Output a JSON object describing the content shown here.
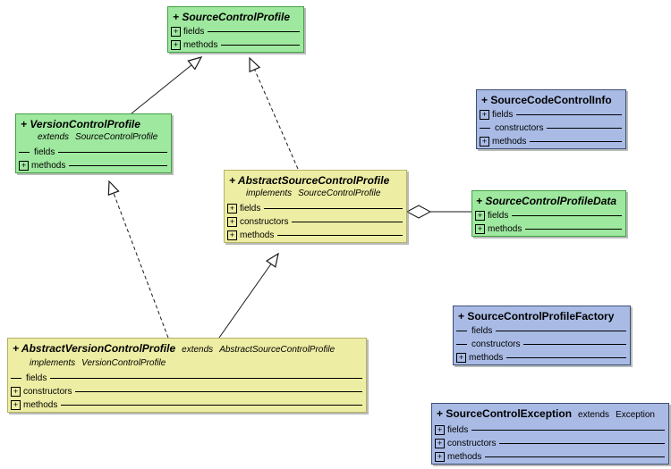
{
  "icons": {
    "expand_plus": "+"
  },
  "colors": {
    "interface_green_fill": "#9fe89f",
    "interface_green_border": "#43a043",
    "abstract_yellow_fill": "#ededa4",
    "abstract_yellow_border": "#b5b264",
    "class_blue_fill": "#a9bbe5",
    "class_blue_border": "#3e4e76",
    "connector_line": "#1a1a1a",
    "background": "#ffffff"
  },
  "classes": [
    {
      "name": "SourceControlProfile",
      "title": "+ SourceControlProfile",
      "rows": [
        {
          "marker": "plus",
          "label": "fields"
        },
        {
          "marker": "plus",
          "label": "methods"
        }
      ]
    },
    {
      "name": "VersionControlProfile",
      "title": "+ VersionControlProfile",
      "extends_keyword": "extends",
      "extends_type": "SourceControlProfile",
      "rows": [
        {
          "marker": "dash",
          "label": "fields"
        },
        {
          "marker": "plus",
          "label": "methods"
        }
      ]
    },
    {
      "name": "AbstractSourceControlProfile",
      "title": "+ AbstractSourceControlProfile",
      "implements_keyword": "implements",
      "implements_type": "SourceControlProfile",
      "rows": [
        {
          "marker": "plus",
          "label": "fields"
        },
        {
          "marker": "plus",
          "label": "constructors"
        },
        {
          "marker": "plus",
          "label": "methods"
        }
      ]
    },
    {
      "name": "SourceCodeControlInfo",
      "title": "+ SourceCodeControlInfo",
      "rows": [
        {
          "marker": "plus",
          "label": "fields"
        },
        {
          "marker": "dash",
          "label": "constructors"
        },
        {
          "marker": "plus",
          "label": "methods"
        }
      ]
    },
    {
      "name": "SourceControlProfileData",
      "title": "+ SourceControlProfileData",
      "rows": [
        {
          "marker": "plus",
          "label": "fields"
        },
        {
          "marker": "plus",
          "label": "methods"
        }
      ]
    },
    {
      "name": "SourceControlProfileFactory",
      "title": "+ SourceControlProfileFactory",
      "rows": [
        {
          "marker": "dash",
          "label": "fields"
        },
        {
          "marker": "dash",
          "label": "constructors"
        },
        {
          "marker": "plus",
          "label": "methods"
        }
      ]
    },
    {
      "name": "AbstractVersionControlProfile",
      "title": "+ AbstractVersionControlProfile",
      "extends_keyword": "extends",
      "extends_type": "AbstractSourceControlProfile",
      "implements_keyword": "implements",
      "implements_type": "VersionControlProfile",
      "rows": [
        {
          "marker": "dash",
          "label": "fields"
        },
        {
          "marker": "plus",
          "label": "constructors"
        },
        {
          "marker": "plus",
          "label": "methods"
        }
      ]
    },
    {
      "name": "SourceControlException",
      "title": "+ SourceControlException",
      "extends_keyword": "extends",
      "extends_type": "Exception",
      "rows": [
        {
          "marker": "plus",
          "label": "fields"
        },
        {
          "marker": "plus",
          "label": "constructors"
        },
        {
          "marker": "plus",
          "label": "methods"
        }
      ]
    }
  ],
  "relationships": [
    {
      "from": "VersionControlProfile",
      "to": "SourceControlProfile",
      "type": "extends",
      "line": "solid",
      "arrow": "hollow-triangle"
    },
    {
      "from": "AbstractSourceControlProfile",
      "to": "SourceControlProfile",
      "type": "implements",
      "line": "dashed",
      "arrow": "hollow-triangle"
    },
    {
      "from": "AbstractVersionControlProfile",
      "to": "VersionControlProfile",
      "type": "implements",
      "line": "dashed",
      "arrow": "hollow-triangle"
    },
    {
      "from": "AbstractVersionControlProfile",
      "to": "AbstractSourceControlProfile",
      "type": "extends",
      "line": "solid",
      "arrow": "hollow-triangle"
    },
    {
      "from": "AbstractSourceControlProfile",
      "to": "SourceControlProfileData",
      "type": "aggregation",
      "line": "solid",
      "arrow": "hollow-diamond"
    }
  ]
}
